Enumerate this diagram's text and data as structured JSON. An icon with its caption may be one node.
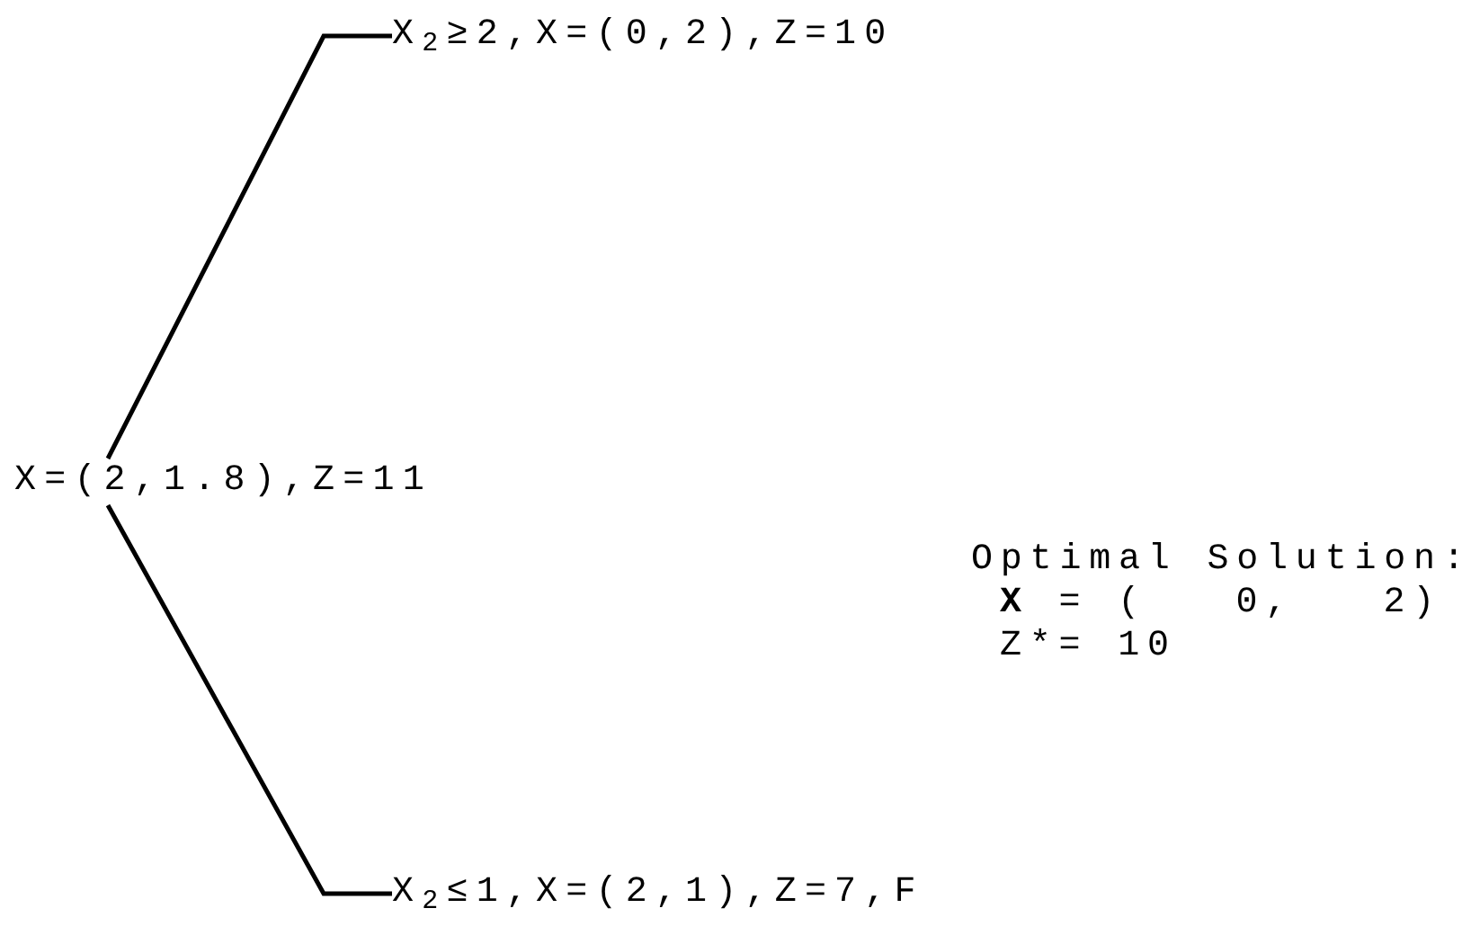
{
  "diagram": {
    "nodes": [
      {
        "text": [
          "X=(2,1.8),Z=11"
        ]
      },
      {
        "text": [
          "X$_{2}$≥2,X=(0,2),Z=10"
        ]
      },
      {
        "text": [
          "X$_{2}$≤1,X=(2,1),Z=7,F"
        ]
      }
    ],
    "edges": [
      {
        "from": 0,
        "to": 1,
        "arrow": "none"
      },
      {
        "from": 0,
        "to": 2,
        "arrow": "none"
      }
    ],
    "labels": [
      "Optimal Solution:",
      "**X** = (   0,   2)",
      "Z*= 10"
    ]
  }
}
